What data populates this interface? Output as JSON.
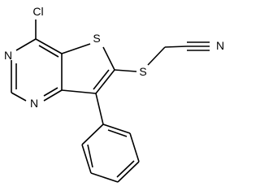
{
  "molecule": {
    "atoms": {
      "cl": "Cl",
      "n_top": "N",
      "n_bottom": "N",
      "s_ring": "S",
      "s_thioether": "S",
      "n_nitrile": "N"
    }
  }
}
